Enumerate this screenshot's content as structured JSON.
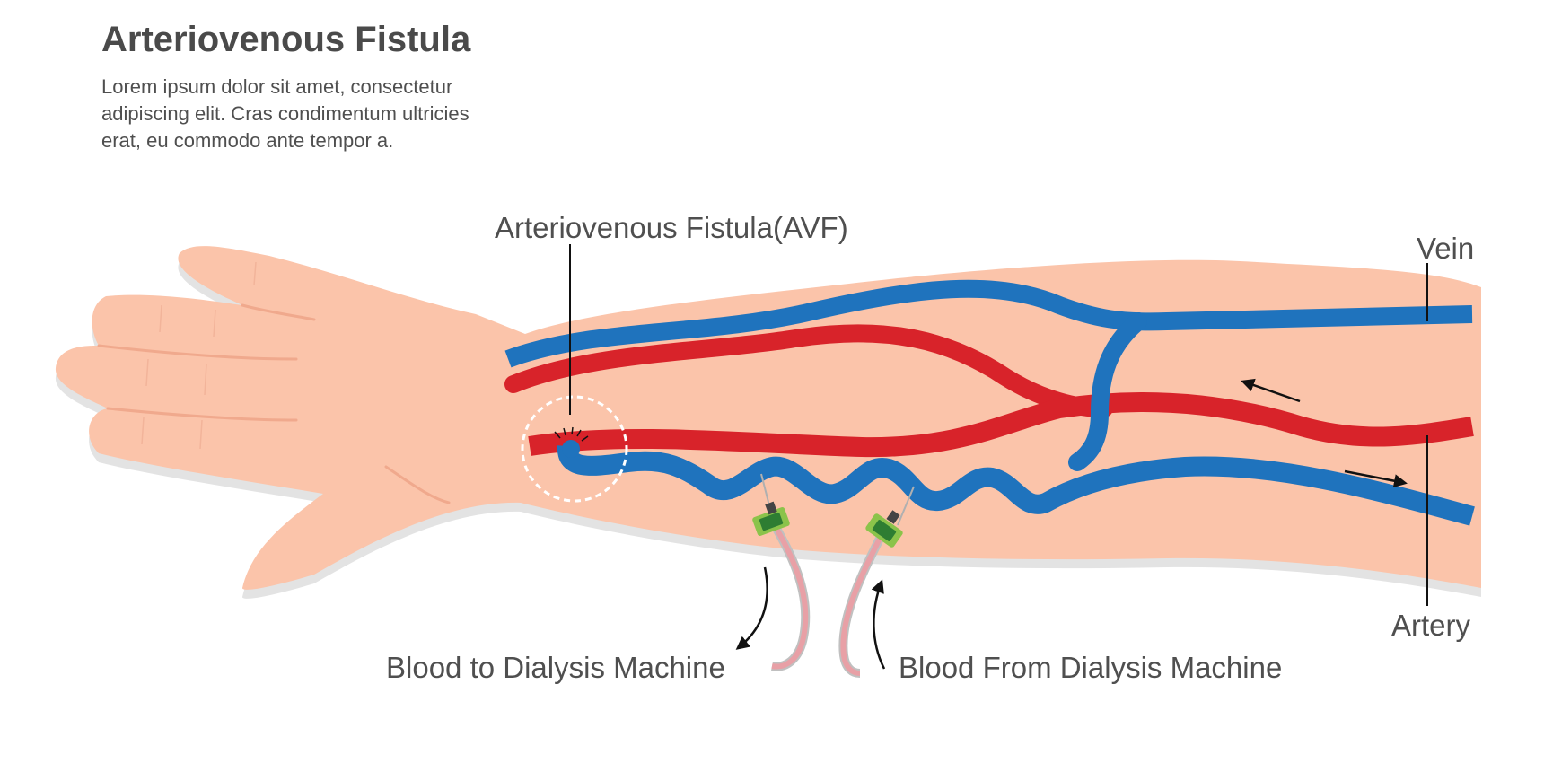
{
  "header": {
    "title": "Arteriovenous Fistula",
    "description_lines": [
      "Lorem ipsum dolor sit amet, consectetur",
      "adipiscing elit. Cras condimentum ultricies",
      "erat, eu commodo ante tempor a."
    ]
  },
  "labels": {
    "avf": "Arteriovenous Fistula(AVF)",
    "vein": "Vein",
    "artery": "Artery",
    "to_machine": "Blood to Dialysis Machine",
    "from_machine": "Blood From Dialysis Machine"
  },
  "colors": {
    "skin": "#fbc4aa",
    "skin_shadow": "#e2e2e2",
    "vein": "#1f73bd",
    "artery": "#d8232a",
    "needle_hub": "#2e7d32",
    "tube": "#e8a0a6",
    "text": "#4f4f4f"
  },
  "icons": [
    "arrow-icon",
    "needle-icon"
  ]
}
